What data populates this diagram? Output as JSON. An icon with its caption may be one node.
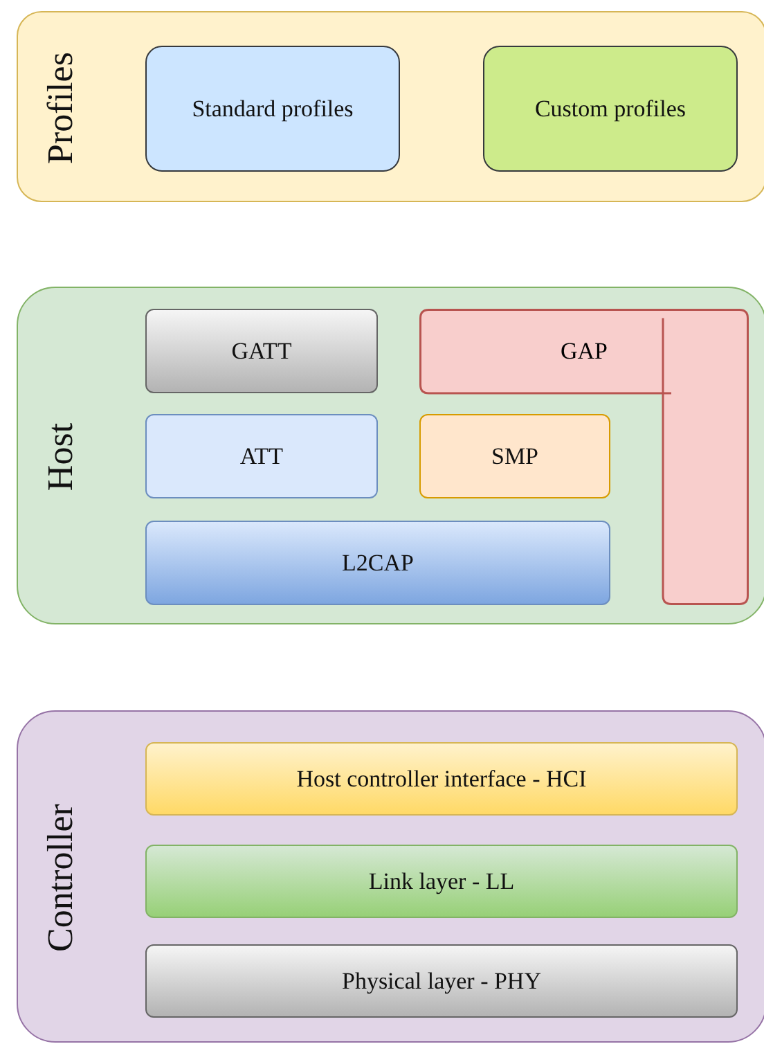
{
  "diagram": {
    "nodes": [
      {
        "text": [
          "Profiles"
        ]
      },
      {
        "text": [
          "Standard profiles"
        ],
        "in": 0
      },
      {
        "text": [
          "Custom profiles"
        ],
        "in": 0
      },
      {
        "text": [
          "Host"
        ]
      },
      {
        "text": [
          "GATT"
        ],
        "in": 3
      },
      {
        "text": [
          "GAP"
        ],
        "in": 3
      },
      {
        "text": [
          "ATT"
        ],
        "in": 3
      },
      {
        "text": [
          "SMP"
        ],
        "in": 3
      },
      {
        "text": [
          "L2CAP"
        ],
        "in": 3
      },
      {
        "text": [
          "Controller"
        ]
      },
      {
        "text": [
          "Host controller interface - HCI"
        ],
        "in": 9
      },
      {
        "text": [
          "Link layer - LL"
        ],
        "in": 9
      },
      {
        "text": [
          "Physical layer - PHY"
        ],
        "in": 9
      }
    ]
  }
}
